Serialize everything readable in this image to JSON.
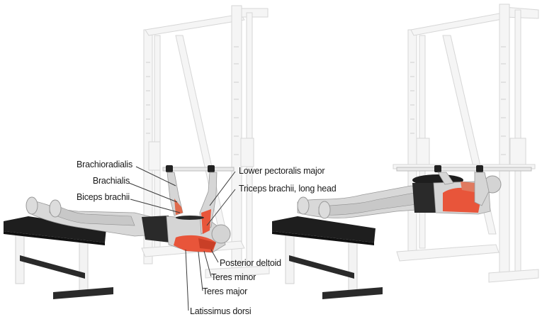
{
  "illustration": {
    "title": "Inverted row on Smith machine with feet on bench",
    "highlight_color": "#e8553a",
    "highlight_dark": "#c23a22",
    "frame_color": "#f4f4f4",
    "frame_edge": "#d8d8d8",
    "bench_color": "#1e1e1e",
    "skin_color": "#d9d9d9",
    "shorts_color": "#2a2a2a"
  },
  "labels": {
    "left": [
      {
        "text": "Brachioradialis"
      },
      {
        "text": "Brachialis"
      },
      {
        "text": "Biceps brachii"
      }
    ],
    "right": [
      {
        "text": "Lower pectoralis major"
      },
      {
        "text": "Triceps brachii, long head"
      }
    ],
    "bottom": [
      {
        "text": "Posterior deltoid"
      },
      {
        "text": "Teres minor"
      },
      {
        "text": "Teres major"
      },
      {
        "text": "Latissimus dorsi"
      }
    ]
  }
}
